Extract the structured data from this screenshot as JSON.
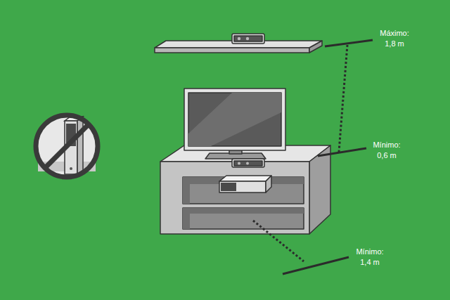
{
  "diagram": {
    "labels": [
      "Máximo: 1,8 m",
      "Mínimo: 0,6 m",
      "Mínimo: 1,4 m"
    ]
  }
}
